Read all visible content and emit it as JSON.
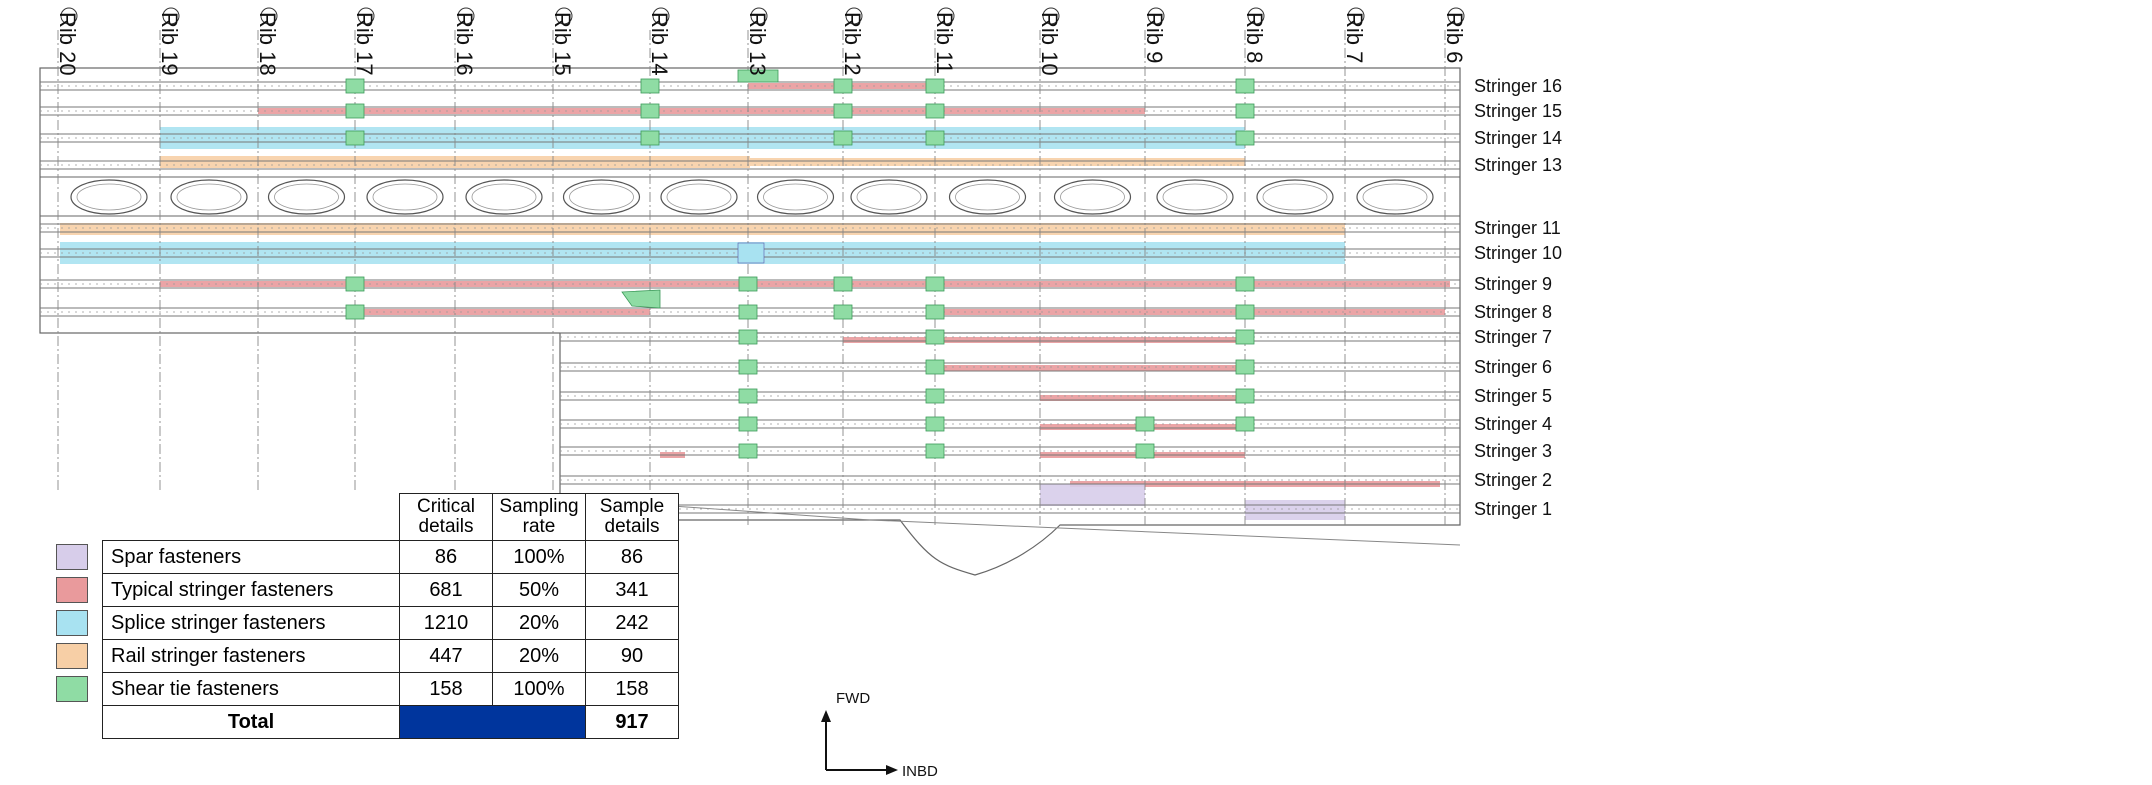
{
  "ribs": [
    "Rib 20",
    "Rib 19",
    "Rib 18",
    "Rib 17",
    "Rib 16",
    "Rib 15",
    "Rib 14",
    "Rib 13",
    "Rib 12",
    "Rib 11",
    "Rib 10",
    "Rib 9",
    "Rib 8",
    "Rib 7",
    "Rib 6"
  ],
  "stringers": [
    "Stringer 16",
    "Stringer 15",
    "Stringer 14",
    "Stringer 13",
    "Stringer 11",
    "Stringer 10",
    "Stringer 9",
    "Stringer 8",
    "Stringer 7",
    "Stringer 6",
    "Stringer 5",
    "Stringer 4",
    "Stringer 3",
    "Stringer 2",
    "Stringer 1"
  ],
  "orientation": {
    "up": "FWD",
    "right": "INBD"
  },
  "colors": {
    "spar": "#d7cdea",
    "typical": "#e99a9c",
    "splice": "#a8e2f1",
    "rail": "#f7cfa6",
    "shear": "#8fdca4",
    "total_fill": "#00359d"
  },
  "table": {
    "headers": {
      "critical": "Critical details",
      "sampling": "Sampling rate",
      "sample": "Sample details"
    },
    "rows": [
      {
        "key": "spar",
        "name": "Spar fasteners",
        "critical": "86",
        "rate": "100%",
        "sample": "86"
      },
      {
        "key": "typical",
        "name": "Typical stringer fasteners",
        "critical": "681",
        "rate": "50%",
        "sample": "341"
      },
      {
        "key": "splice",
        "name": "Splice stringer fasteners",
        "critical": "1210",
        "rate": "20%",
        "sample": "242"
      },
      {
        "key": "rail",
        "name": "Rail stringer fasteners",
        "critical": "447",
        "rate": "20%",
        "sample": "90"
      },
      {
        "key": "shear",
        "name": "Shear tie fasteners",
        "critical": "158",
        "rate": "100%",
        "sample": "158"
      }
    ],
    "total": {
      "label": "Total",
      "sample": "917"
    }
  }
}
